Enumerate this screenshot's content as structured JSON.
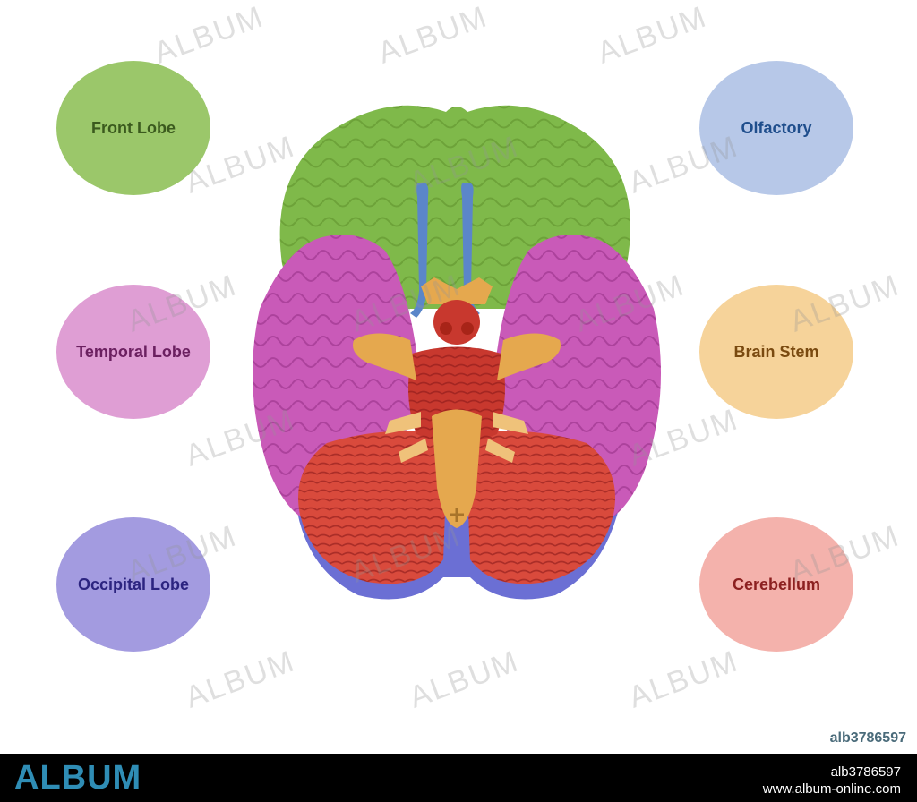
{
  "legend": {
    "front_lobe": {
      "label": "Front Lobe",
      "color": "#9bc76a",
      "text_color": "#3b5a1e"
    },
    "temporal_lobe": {
      "label": "Temporal Lobe",
      "color": "#df9ed4",
      "text_color": "#6b2060"
    },
    "occipital_lobe": {
      "label": "Occipital Lobe",
      "color": "#a39be0",
      "text_color": "#2c2480"
    },
    "olfactory": {
      "label": "Olfactory",
      "color": "#b7c8e8",
      "text_color": "#1f4e8c"
    },
    "brain_stem": {
      "label": "Brain Stem",
      "color": "#f6d39a",
      "text_color": "#7a4a10"
    },
    "cerebellum": {
      "label": "Cerebellum",
      "color": "#f4b2ac",
      "text_color": "#8c2020"
    }
  },
  "watermark": {
    "text": "ALBUM"
  },
  "image_id": "alb3786597",
  "footer": {
    "logo": "ALBUM",
    "image_id": "alb3786597",
    "url": "www.album-online.com"
  }
}
